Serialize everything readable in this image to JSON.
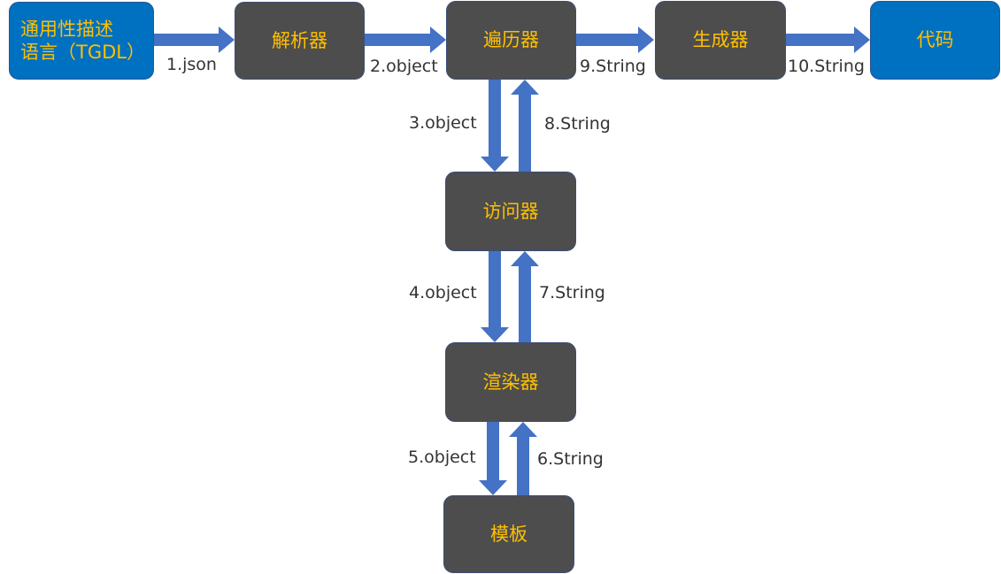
{
  "colors": {
    "node_dark": "#4D4D4D",
    "node_blue": "#0070C0",
    "node_text": "#FFC000",
    "arrow": "#4472C4",
    "label_text": "#333333"
  },
  "nodes": {
    "tgdl": "通用性描述\n语言（TGDL）",
    "parser": "解析器",
    "traverser": "遍历器",
    "generator": "生成器",
    "code": "代码",
    "visitor": "访问器",
    "renderer": "渲染器",
    "template": "模板"
  },
  "edges": {
    "e1": "1.json",
    "e2": "2.object",
    "e3": "3.object",
    "e4": "4.object",
    "e5": "5.object",
    "e6": "6.String",
    "e7": "7.String",
    "e8": "8.String",
    "e9": "9.String",
    "e10": "10.String"
  }
}
